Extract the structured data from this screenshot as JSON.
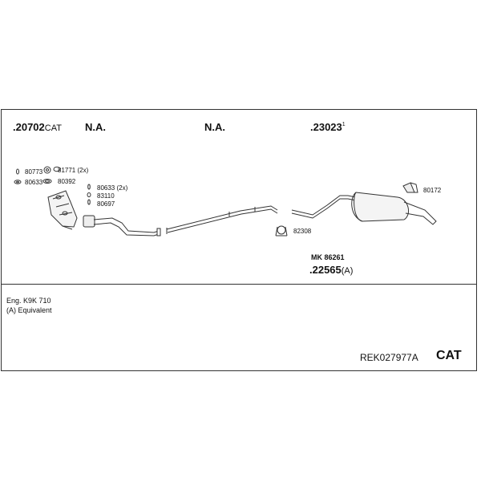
{
  "header_row": {
    "part_left_number": ".20702",
    "part_left_suffix": "CAT",
    "na_1": "N.A.",
    "na_2": "N.A.",
    "part_right_number": ".23023",
    "part_right_sup": "1"
  },
  "small_parts": {
    "p80773": "80773",
    "p81771": "81771 (2x)",
    "p80633": "80633",
    "p80392": "80392",
    "p80633_2x": "80633 (2x)",
    "p83110": "83110",
    "p80697": "80697",
    "p80172": "80172",
    "p82308": "82308"
  },
  "kit": {
    "mk_label": "MK 86261",
    "part_number": ".22565",
    "part_suffix": "(A)"
  },
  "notes": {
    "engine": "Eng. K9K 710",
    "equivalent": "(A) Equivalent"
  },
  "footer": {
    "reference": "REK027977A",
    "badge": "CAT"
  }
}
